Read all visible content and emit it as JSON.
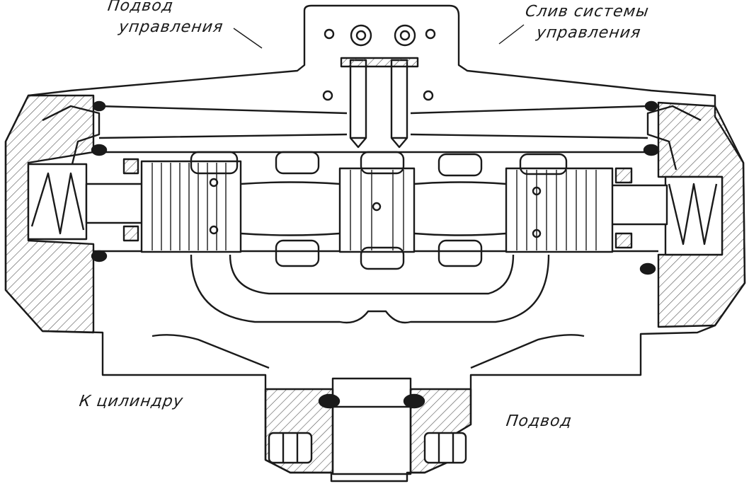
{
  "labels": {
    "supply_control_line1": "Подвод",
    "supply_control_line2": "управления",
    "drain_control_line1": "Слив системы",
    "drain_control_line2": "управления",
    "to_cylinder": "К цилиндру",
    "supply": "Подвод"
  },
  "colors": {
    "ink": "#1a1a1a",
    "hatch": "#555555",
    "paper": "#ffffff"
  }
}
